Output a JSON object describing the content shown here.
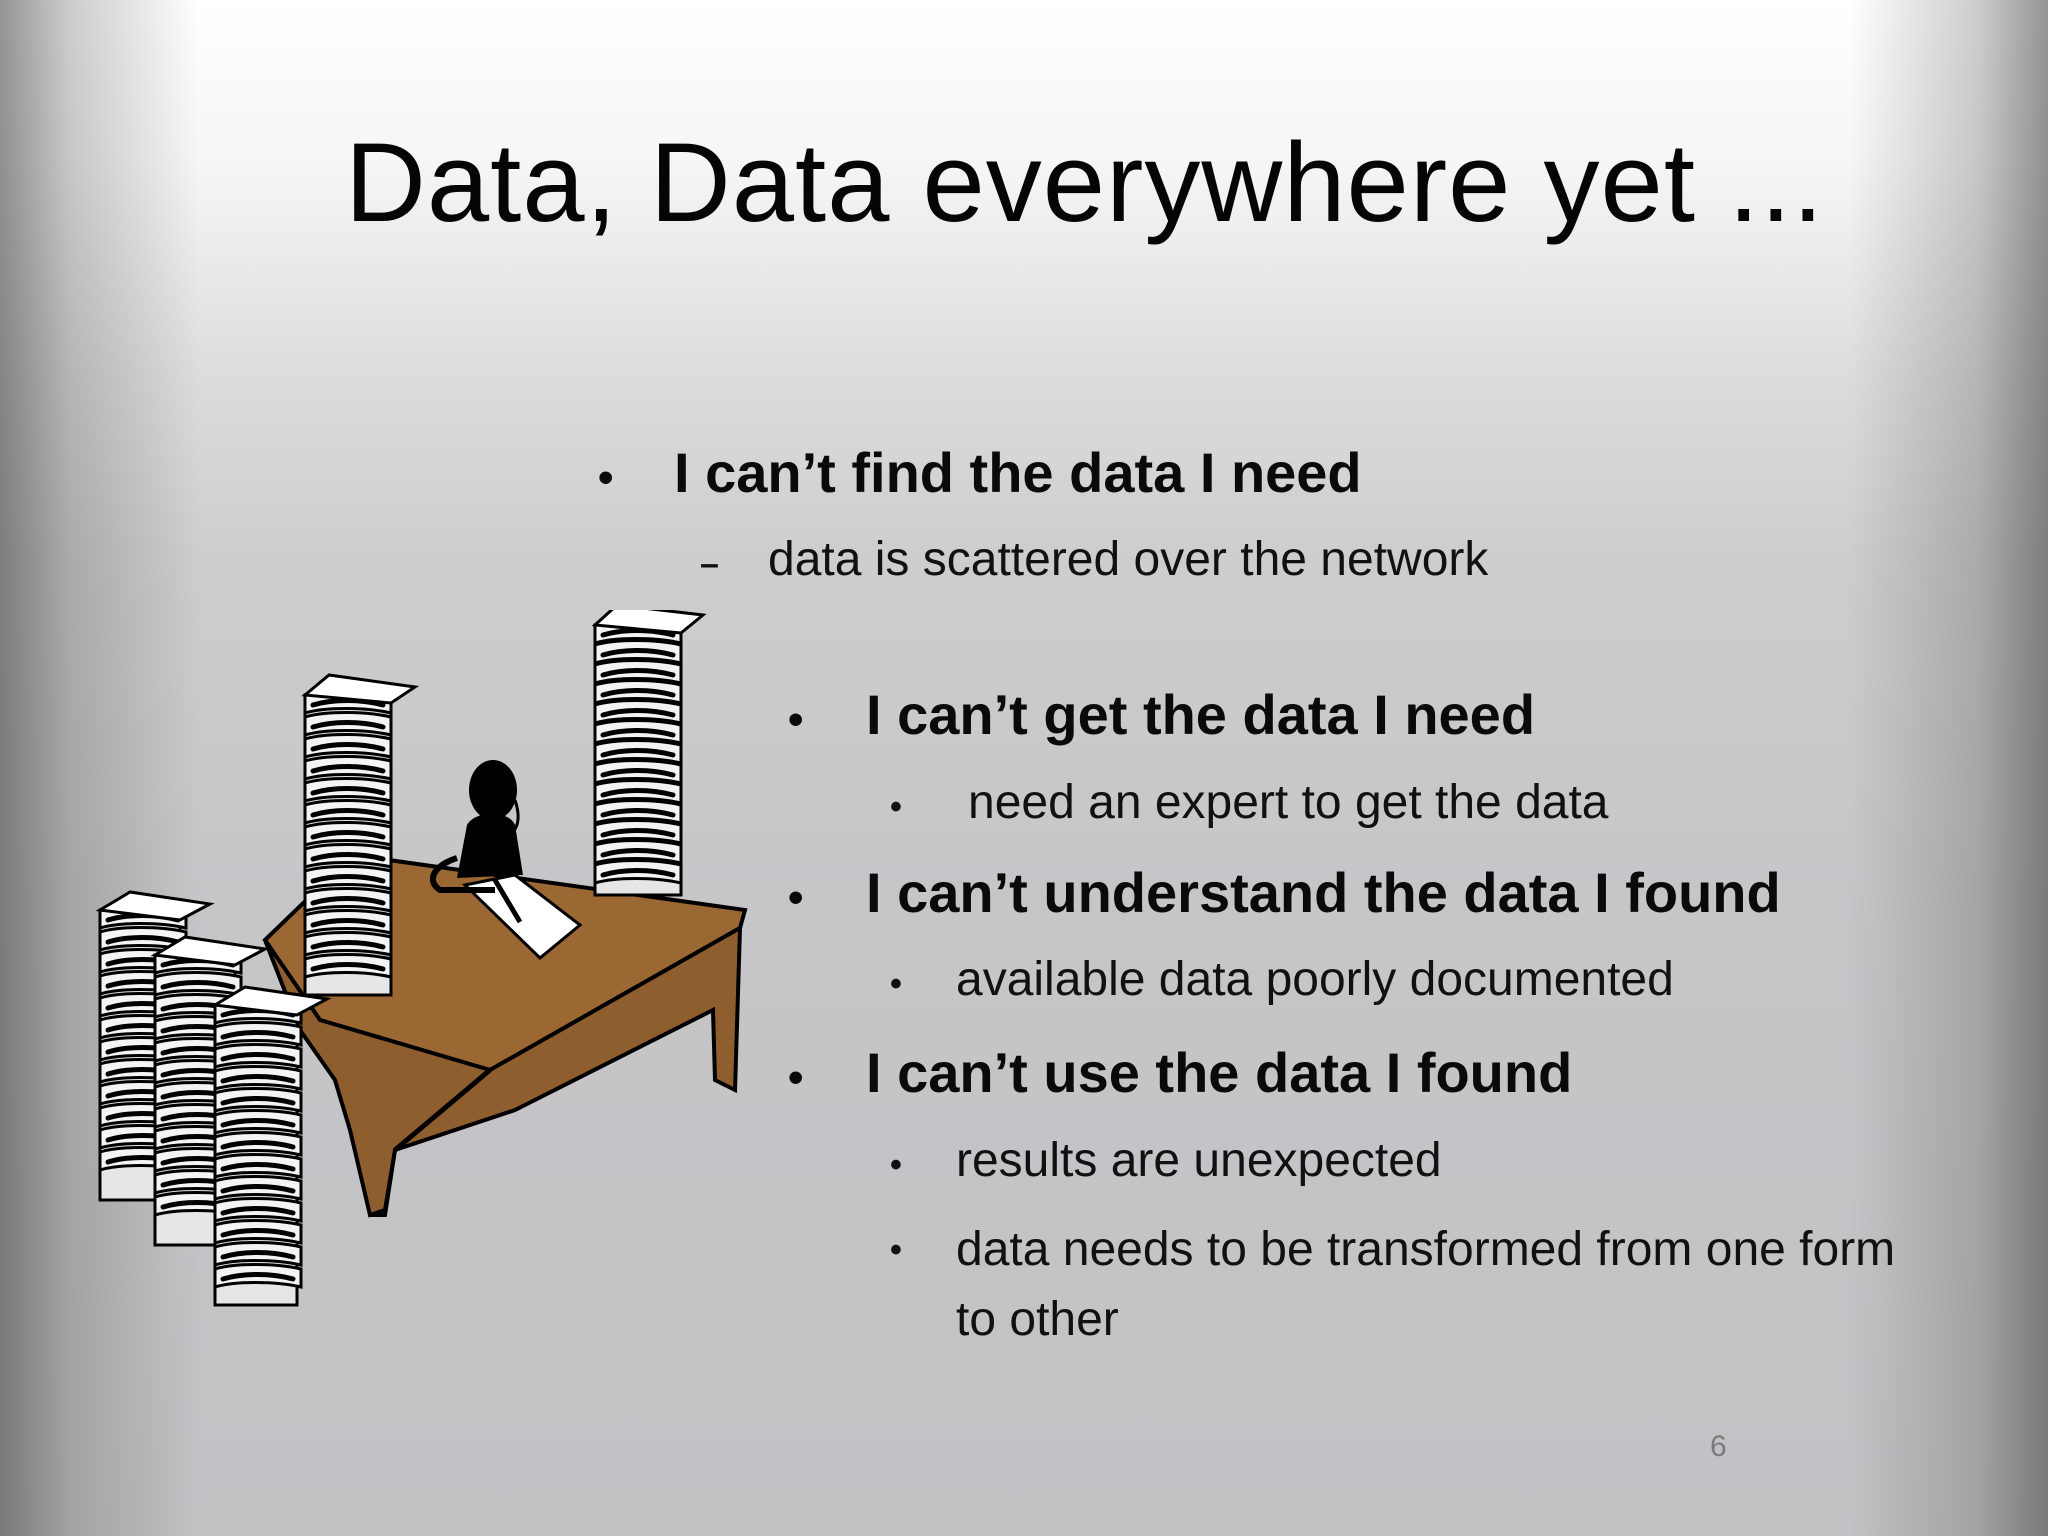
{
  "slide": {
    "title": "Data, Data everywhere yet ...",
    "page_number": "6",
    "bullets": [
      {
        "text": "I can’t find the data I need",
        "sub": [
          {
            "marker": "–",
            "text": "data is scattered over the network"
          }
        ]
      },
      {
        "text": "I can’t get the data I need",
        "sub": [
          {
            "marker": "•",
            "text": "need an expert to get the data"
          }
        ]
      },
      {
        "text": "I can’t understand the data I found",
        "sub": [
          {
            "marker": "•",
            "text": "available data poorly documented"
          }
        ]
      },
      {
        "text": "I can’t use the data I found",
        "sub": [
          {
            "marker": "•",
            "text": "results are unexpected"
          },
          {
            "marker": "•",
            "text": "data needs to be transformed from one form to other"
          }
        ]
      }
    ],
    "bullet_marker": "•"
  },
  "colors": {
    "desk": "#9b6733",
    "paper": "#f4f4f4",
    "ink": "#000000",
    "page_number": "#7b7b7b"
  },
  "icons": {
    "illustration": "person-at-desk-with-paper-stacks"
  }
}
